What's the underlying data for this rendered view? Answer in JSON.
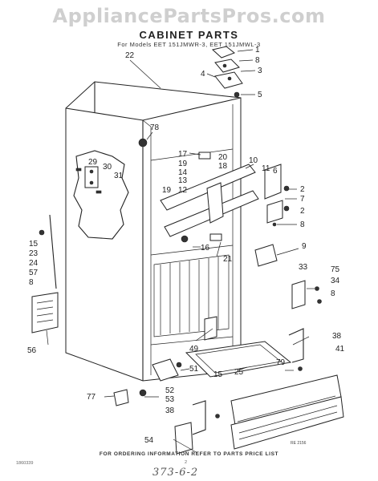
{
  "watermark": "AppliancePartsPros.com",
  "title": "CABINET PARTS",
  "subtitle": "For Models EET 151JMWR-3, EET 151JMWL-3",
  "footer": "FOR ORDERING INFORMATION REFER TO PARTS PRICE LIST",
  "corner_code": "1860339",
  "page_mark": "2",
  "figure_ref": "RE 2156",
  "handwriting": "373-6-2",
  "callouts": [
    "22",
    "1",
    "8",
    "4",
    "3",
    "5",
    "78",
    "17",
    "19",
    "14",
    "13",
    "20",
    "18",
    "12",
    "10",
    "11",
    "6",
    "2",
    "7",
    "2",
    "8",
    "29",
    "30",
    "31",
    "19",
    "16",
    "9",
    "15",
    "23",
    "24",
    "57",
    "8",
    "21",
    "33",
    "75",
    "34",
    "8",
    "56",
    "49",
    "51",
    "52",
    "53",
    "77",
    "38",
    "41",
    "79",
    "15",
    "25",
    "38",
    "54"
  ]
}
